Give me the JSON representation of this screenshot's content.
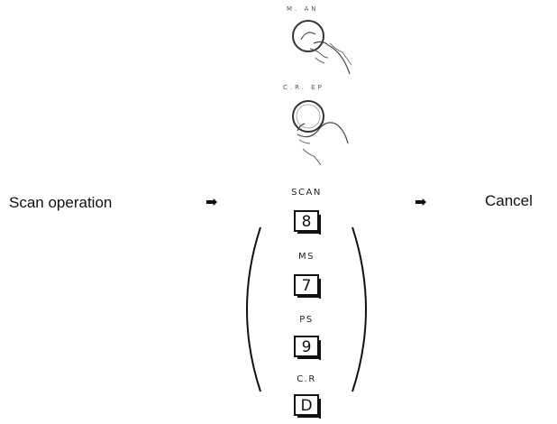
{
  "knobs": [
    {
      "caption": "M.     AN",
      "icon": "hand-turning-knob-icon"
    },
    {
      "caption": "C.R.   EP",
      "icon": "hand-turning-knob-icon"
    }
  ],
  "operation_label": "Scan operation",
  "cancel_label": "Cancel",
  "arrow_glyph": "➡",
  "keys": [
    {
      "caption": "SCAN",
      "key": "8"
    },
    {
      "caption": "MS",
      "key": "7"
    },
    {
      "caption": "PS",
      "key": "9"
    },
    {
      "caption": "C.R",
      "key": "D"
    }
  ]
}
